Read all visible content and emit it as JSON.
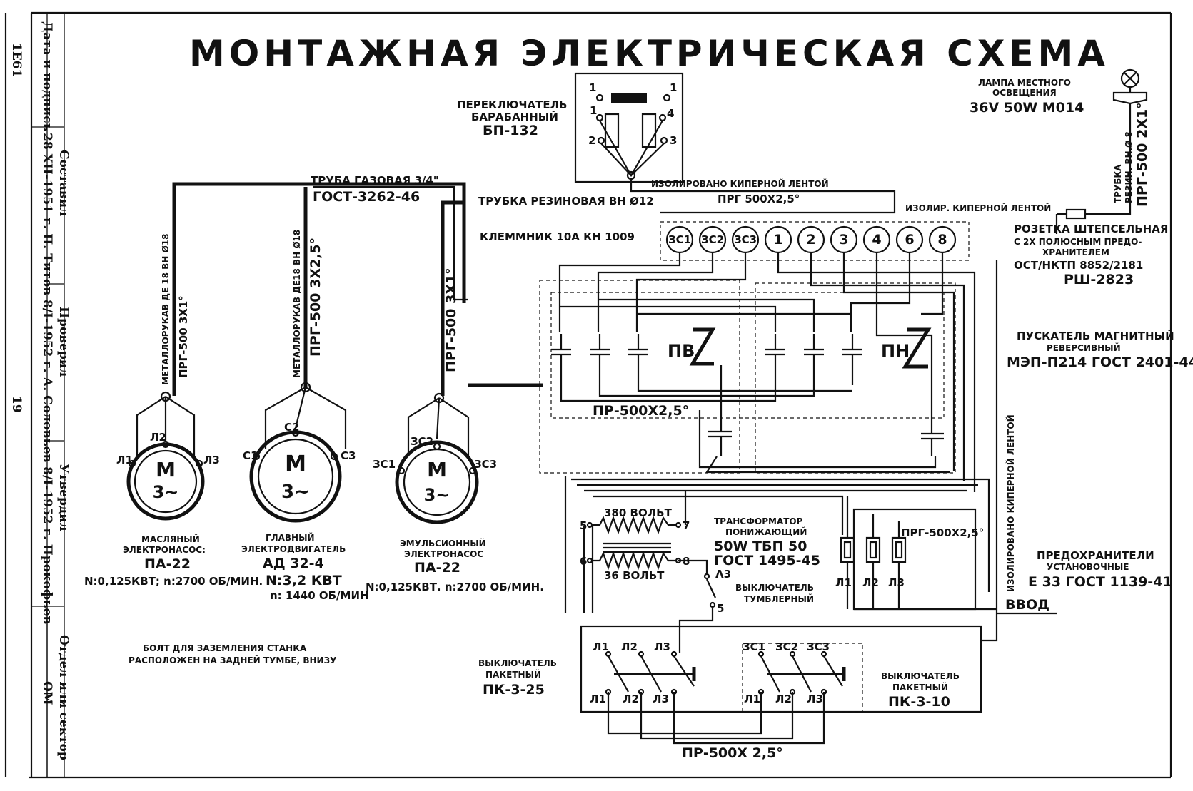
{
  "title": "МОНТАЖНАЯ ЭЛЕКТРИЧЕСКАЯ СХЕМА",
  "stamp": {
    "c1_header": "Дата и подпись",
    "c1_text": "28 XII-1951 г. П. Титов 8/I-1952 г. А. Соловьев 8/I-1952 г. Прокофьев",
    "c2_headers": [
      "Составил",
      "Проверил",
      "Утвердил"
    ],
    "dept_header": "Отдел или сектор",
    "dept_value": "ОМ",
    "sheet_code": "1Е61",
    "page_number": "19"
  },
  "drum_switch": {
    "name": "ПЕРЕКЛЮЧАТЕЛЬ",
    "kind": "БАРАБАННЫЙ",
    "model": "БП-132",
    "contacts": [
      "1",
      "1",
      "1",
      "4",
      "2",
      "3"
    ]
  },
  "lamp": {
    "name": "ЛАМПА МЕСТНОГО",
    "name2": "ОСВЕЩЕНИЯ",
    "spec": "36V 50W M014"
  },
  "lamp_tube": {
    "l1": "ТРУБКА",
    "l2": "РЕЗИН. ВН.Ø 8",
    "cable": "ПРГ-500 2Х1°"
  },
  "gas_pipe": {
    "name": "ТРУБА ГАЗОВАЯ 3/4\"",
    "gost": "ГОСТ-3262-46"
  },
  "rubber_tube": "ТРУБКА РЕЗИНОВАЯ ВН Ø12",
  "insulated_top": "ИЗОЛИРОВАНО КИПЕРНОЙ ЛЕНТОЙ",
  "cable_top": "ПРГ 500Х2,5°",
  "insulated_right": "ИЗОЛИР. КИПЕРНОЙ ЛЕНТОЙ",
  "insulated_vertical": "ИЗОЛИРОВАНО КИПЕРНОЙ ЛЕНТОЙ",
  "terminal_block": {
    "label": "КЛЕММНИК 10А  КН 1009",
    "terminals": [
      "ЗС1",
      "ЗС2",
      "ЗС3",
      "1",
      "2",
      "3",
      "4",
      "6",
      "8"
    ]
  },
  "socket": {
    "l1": "РОЗЕТКА ШТЕПСЕЛЬНАЯ",
    "l2": "С 2Х ПОЛЮСНЫМ ПРЕДО-",
    "l3": "ХРАНИТЕЛЕМ",
    "l4": "ОСТ/НКТП 8852/2181",
    "l5": "РШ-2823"
  },
  "starter": {
    "l1": "ПУСКАТЕЛЬ МАГНИТНЫЙ",
    "l2": "РЕВЕРСИВНЫЙ",
    "l3": "МЭП-П214 ГОСТ 2401-44",
    "fwd": "ПВ",
    "rev": "ПН"
  },
  "conduits": [
    {
      "l1": "МЕТАЛЛОРУКАВ ДЕ 18 ВН Ø18",
      "l2": "ПРГ-500  3Х1°"
    },
    {
      "l1": "МЕТАЛЛОРУКАВ ДЕ18 ВН Ø18",
      "l2": "ПРГ-500  3Х2,5°"
    },
    {
      "l1": "ПРГ-500  3Х1°"
    }
  ],
  "motors": [
    {
      "symbol": "М",
      "phase": "3~",
      "terms": [
        "Л1",
        "Л2",
        "Л3"
      ],
      "l1": "МАСЛЯНЫЙ",
      "l2": "ЭЛЕКТРОНАСОС:",
      "model": "ПА-22",
      "spec": "N:0,125КВТ; n:2700 ОБ/МИН."
    },
    {
      "symbol": "М",
      "phase": "3~",
      "terms": [
        "С1",
        "С2",
        "С3"
      ],
      "l1": "ГЛАВНЫЙ",
      "l2": "ЭЛЕКТРОДВИГАТЕЛЬ",
      "model": "АД 32-4",
      "spec": "N:3,2 КВТ",
      "spec2": "n: 1440 ОБ/МИН"
    },
    {
      "symbol": "М",
      "phase": "3~",
      "terms": [
        "ЗС1",
        "ЗС2",
        "ЗС3"
      ],
      "l1": "ЭМУЛЬСИОННЫЙ",
      "l2": "ЭЛЕКТРОНАСОС",
      "model": "ПА-22",
      "spec": "N:0,125КВТ.  n:2700 ОБ/МИН."
    }
  ],
  "pr_mid": "ПР-500Х2,5°",
  "pr_bottom": "ПР-500Х 2,5°",
  "transformer": {
    "l1": "ТРАНСФОРМАТОР",
    "l2": "ПОНИЖАЮЩИЙ",
    "l3": "50W ТБП 50",
    "l4": "ГОСТ 1495-45",
    "v_primary": "380 ВОЛЬТ",
    "v_secondary": "36 ВОЛЬТ"
  },
  "toggle": {
    "l1": "ВЫКЛЮЧАТЕЛЬ",
    "l2": "ТУМБЛЕРНЫЙ"
  },
  "prg_fuse": "ПРГ-500Х2,5°",
  "fuses": {
    "l1": "ПРЕДОХРАНИТЕЛИ",
    "l2": "УСТАНОВОЧНЫЕ",
    "l3": "Е 33 ГОСТ 1139-41",
    "names": [
      "Л1",
      "Л2",
      "Л3"
    ]
  },
  "input": "ВВОД",
  "bolt": {
    "l1": "БОЛТ ДЛЯ ЗАЗЕМЛЕНИЯ СТАНКА",
    "l2": "РАСПОЛОЖЕН НА ЗАДНЕЙ ТУМБЕ, ВНИЗУ"
  },
  "pk25": {
    "l1": "ВЫКЛЮЧАТЕЛЬ",
    "l2": "ПАКЕТНЫЙ",
    "model": "ПК-3-25",
    "top": [
      "Л1",
      "Л2",
      "Л3"
    ],
    "bottom": [
      "Л1",
      "Л2",
      "Л3"
    ]
  },
  "pk10": {
    "l1": "ВЫКЛЮЧАТЕЛЬ",
    "l2": "ПАКЕТНЫЙ",
    "model": "ПК-3-10",
    "top": [
      "ЗС1",
      "ЗС2",
      "ЗС3"
    ],
    "bottom": [
      "Л1",
      "Л2",
      "Л3"
    ]
  }
}
